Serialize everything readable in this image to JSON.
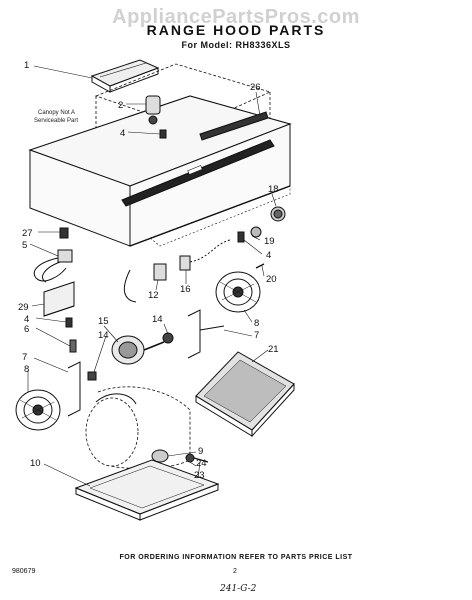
{
  "watermark": "AppliancePartsPros.com",
  "title": "RANGE HOOD PARTS",
  "model_line": "For Model: RH8336XLS",
  "canopy_note": [
    "Canopy Not A",
    "Serviceable Part"
  ],
  "callouts": [
    {
      "id": "c1",
      "label": "1"
    },
    {
      "id": "c2",
      "label": "2"
    },
    {
      "id": "c4a",
      "label": "4"
    },
    {
      "id": "c26",
      "label": "26"
    },
    {
      "id": "c18",
      "label": "18"
    },
    {
      "id": "c27",
      "label": "27"
    },
    {
      "id": "c5",
      "label": "5"
    },
    {
      "id": "c19",
      "label": "19"
    },
    {
      "id": "c4b",
      "label": "4"
    },
    {
      "id": "c20",
      "label": "20"
    },
    {
      "id": "c12",
      "label": "12"
    },
    {
      "id": "c16",
      "label": "16"
    },
    {
      "id": "c29",
      "label": "29"
    },
    {
      "id": "c4c",
      "label": "4"
    },
    {
      "id": "c6",
      "label": "6"
    },
    {
      "id": "c15",
      "label": "15"
    },
    {
      "id": "c14a",
      "label": "14"
    },
    {
      "id": "c8a",
      "label": "8"
    },
    {
      "id": "c7a",
      "label": "7"
    },
    {
      "id": "c14b",
      "label": "14"
    },
    {
      "id": "c21",
      "label": "21"
    },
    {
      "id": "c7b",
      "label": "7"
    },
    {
      "id": "c8b",
      "label": "8"
    },
    {
      "id": "c9",
      "label": "9"
    },
    {
      "id": "c24",
      "label": "24"
    },
    {
      "id": "c23",
      "label": "23"
    },
    {
      "id": "c10",
      "label": "10"
    }
  ],
  "footer": {
    "ordering_note": "FOR ORDERING INFORMATION REFER TO PARTS PRICE LIST",
    "code": "980679",
    "page": "2",
    "handwritten": "241-G-2"
  }
}
